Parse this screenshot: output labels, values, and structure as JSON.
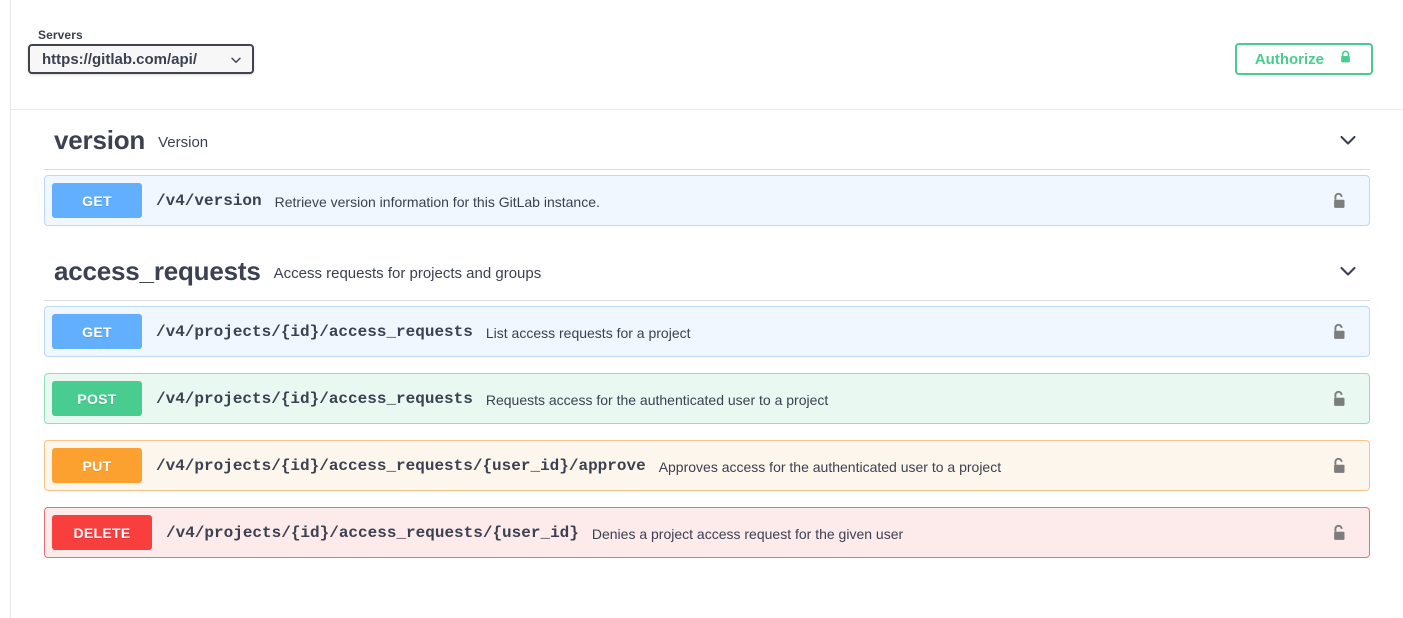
{
  "servers": {
    "label": "Servers",
    "selected": "https://gitlab.com/api/",
    "chevron_icon": "chevron-down-icon"
  },
  "authorize": {
    "label": "Authorize",
    "lock_icon": "lock-closed-icon",
    "accent_color": "#49cc90"
  },
  "colors": {
    "get": "#61affe",
    "post": "#49cc90",
    "put": "#fca130",
    "delete": "#f93e3e",
    "text": "#3b4151"
  },
  "sections": [
    {
      "name": "version",
      "description": "Version",
      "chevron_icon": "chevron-down-icon",
      "operations": [
        {
          "method": "GET",
          "method_class": "m-get",
          "path": "/v4/version",
          "summary": "Retrieve version information for this GitLab instance.",
          "lock_icon": "lock-open-icon"
        }
      ]
    },
    {
      "name": "access_requests",
      "description": "Access requests for projects and groups",
      "chevron_icon": "chevron-down-icon",
      "operations": [
        {
          "method": "GET",
          "method_class": "m-get",
          "path": "/v4/projects/{id}/access_requests",
          "summary": "List access requests for a project",
          "lock_icon": "lock-open-icon"
        },
        {
          "method": "POST",
          "method_class": "m-post",
          "path": "/v4/projects/{id}/access_requests",
          "summary": "Requests access for the authenticated user to a project",
          "lock_icon": "lock-open-icon"
        },
        {
          "method": "PUT",
          "method_class": "m-put",
          "path": "/v4/projects/{id}/access_requests/{user_id}/approve",
          "summary": "Approves access for the authenticated user to a project",
          "lock_icon": "lock-open-icon"
        },
        {
          "method": "DELETE",
          "method_class": "m-delete",
          "path": "/v4/projects/{id}/access_requests/{user_id}",
          "summary": "Denies a project access request for the given user",
          "lock_icon": "lock-open-icon"
        }
      ]
    }
  ]
}
